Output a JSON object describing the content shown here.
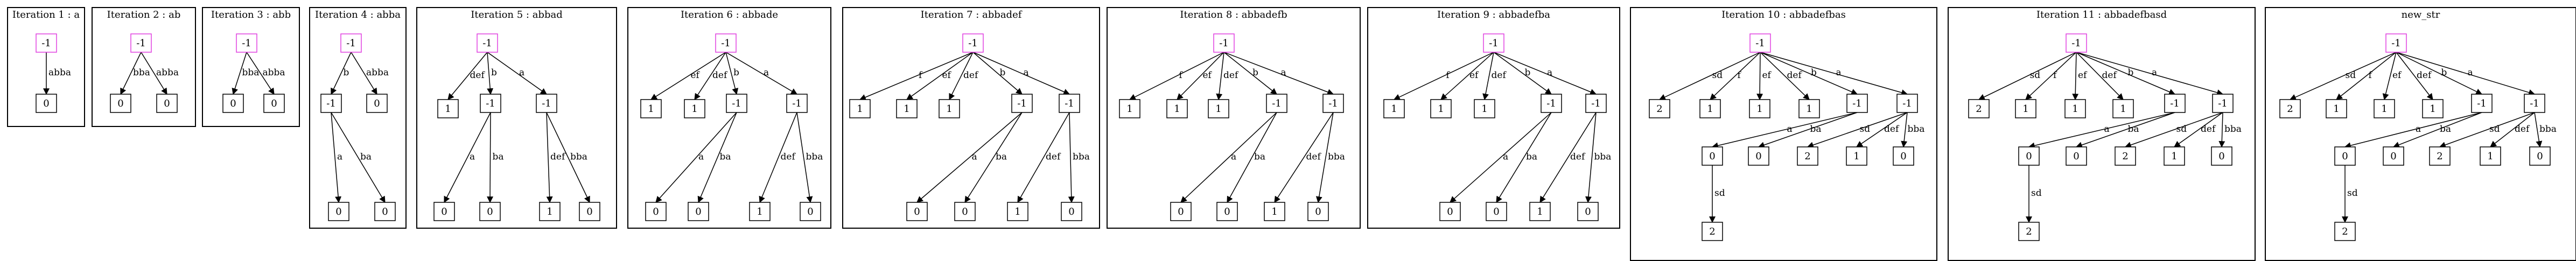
{
  "panels": [
    {
      "title": "Iteration 1 : a",
      "nodes": [
        {
          "id": "r",
          "label": "-1",
          "root": true
        },
        {
          "id": "n1",
          "label": "0"
        }
      ],
      "edges": [
        {
          "from": "r",
          "to": "n1",
          "label": "abba"
        }
      ]
    },
    {
      "title": "Iteration 2 : ab",
      "nodes": [
        {
          "id": "r",
          "label": "-1",
          "root": true
        },
        {
          "id": "n1",
          "label": "0"
        },
        {
          "id": "n2",
          "label": "0"
        }
      ],
      "edges": [
        {
          "from": "r",
          "to": "n1",
          "label": "bba"
        },
        {
          "from": "r",
          "to": "n2",
          "label": "abba"
        }
      ]
    },
    {
      "title": "Iteration 3 : abb",
      "nodes": [
        {
          "id": "r",
          "label": "-1",
          "root": true
        },
        {
          "id": "n1",
          "label": "0"
        },
        {
          "id": "n2",
          "label": "0"
        }
      ],
      "edges": [
        {
          "from": "r",
          "to": "n1",
          "label": "bba"
        },
        {
          "from": "r",
          "to": "n2",
          "label": "abba"
        }
      ]
    },
    {
      "title": "Iteration 4 : abba",
      "nodes": [
        {
          "id": "r",
          "label": "-1",
          "root": true
        },
        {
          "id": "b",
          "label": "-1"
        },
        {
          "id": "c",
          "label": "0"
        },
        {
          "id": "d",
          "label": "0"
        },
        {
          "id": "e",
          "label": "0"
        }
      ],
      "edges": [
        {
          "from": "r",
          "to": "b",
          "label": "b"
        },
        {
          "from": "r",
          "to": "c",
          "label": "abba"
        },
        {
          "from": "b",
          "to": "d",
          "label": "a"
        },
        {
          "from": "b",
          "to": "e",
          "label": "ba"
        }
      ]
    },
    {
      "title": "Iteration 5 : abbad",
      "nodes": [
        {
          "id": "r",
          "label": "-1",
          "root": true
        },
        {
          "id": "d1",
          "label": "1"
        },
        {
          "id": "b",
          "label": "-1"
        },
        {
          "id": "a",
          "label": "-1"
        },
        {
          "id": "b1",
          "label": "0"
        },
        {
          "id": "b2",
          "label": "0"
        },
        {
          "id": "a1",
          "label": "1"
        },
        {
          "id": "a2",
          "label": "0"
        }
      ],
      "edges": [
        {
          "from": "r",
          "to": "d1",
          "label": "def"
        },
        {
          "from": "r",
          "to": "b",
          "label": "b"
        },
        {
          "from": "r",
          "to": "a",
          "label": "a"
        },
        {
          "from": "b",
          "to": "b1",
          "label": "a"
        },
        {
          "from": "b",
          "to": "b2",
          "label": "ba"
        },
        {
          "from": "a",
          "to": "a1",
          "label": "def"
        },
        {
          "from": "a",
          "to": "a2",
          "label": "bba"
        }
      ]
    },
    {
      "title": "Iteration 6 : abbade",
      "nodes": [
        {
          "id": "r",
          "label": "-1",
          "root": true
        },
        {
          "id": "x1",
          "label": "1"
        },
        {
          "id": "x2",
          "label": "1"
        },
        {
          "id": "b",
          "label": "-1"
        },
        {
          "id": "a",
          "label": "-1"
        },
        {
          "id": "b1",
          "label": "0"
        },
        {
          "id": "b2",
          "label": "0"
        },
        {
          "id": "a1",
          "label": "1"
        },
        {
          "id": "a2",
          "label": "0"
        }
      ],
      "edges": [
        {
          "from": "r",
          "to": "x1",
          "label": "ef"
        },
        {
          "from": "r",
          "to": "x2",
          "label": "def"
        },
        {
          "from": "r",
          "to": "b",
          "label": "b"
        },
        {
          "from": "r",
          "to": "a",
          "label": "a"
        },
        {
          "from": "b",
          "to": "b1",
          "label": "a"
        },
        {
          "from": "b",
          "to": "b2",
          "label": "ba"
        },
        {
          "from": "a",
          "to": "a1",
          "label": "def"
        },
        {
          "from": "a",
          "to": "a2",
          "label": "bba"
        }
      ]
    },
    {
      "title": "Iteration 7 : abbadef",
      "nodes": [
        {
          "id": "r",
          "label": "-1",
          "root": true
        },
        {
          "id": "x0",
          "label": "1"
        },
        {
          "id": "x1",
          "label": "1"
        },
        {
          "id": "x2",
          "label": "1"
        },
        {
          "id": "b",
          "label": "-1"
        },
        {
          "id": "a",
          "label": "-1"
        },
        {
          "id": "b1",
          "label": "0"
        },
        {
          "id": "b2",
          "label": "0"
        },
        {
          "id": "a1",
          "label": "1"
        },
        {
          "id": "a2",
          "label": "0"
        }
      ],
      "edges": [
        {
          "from": "r",
          "to": "x0",
          "label": "f"
        },
        {
          "from": "r",
          "to": "x1",
          "label": "ef"
        },
        {
          "from": "r",
          "to": "x2",
          "label": "def"
        },
        {
          "from": "r",
          "to": "b",
          "label": "b"
        },
        {
          "from": "r",
          "to": "a",
          "label": "a"
        },
        {
          "from": "b",
          "to": "b1",
          "label": "a"
        },
        {
          "from": "b",
          "to": "b2",
          "label": "ba"
        },
        {
          "from": "a",
          "to": "a1",
          "label": "def"
        },
        {
          "from": "a",
          "to": "a2",
          "label": "bba"
        }
      ]
    },
    {
      "title": "Iteration 8 : abbadefb",
      "nodes": [
        {
          "id": "r",
          "label": "-1",
          "root": true
        },
        {
          "id": "x0",
          "label": "1"
        },
        {
          "id": "x1",
          "label": "1"
        },
        {
          "id": "x2",
          "label": "1"
        },
        {
          "id": "b",
          "label": "-1"
        },
        {
          "id": "a",
          "label": "-1"
        },
        {
          "id": "b1",
          "label": "0"
        },
        {
          "id": "b2",
          "label": "0"
        },
        {
          "id": "a1",
          "label": "1"
        },
        {
          "id": "a2",
          "label": "0"
        }
      ],
      "edges": [
        {
          "from": "r",
          "to": "x0",
          "label": "f"
        },
        {
          "from": "r",
          "to": "x1",
          "label": "ef"
        },
        {
          "from": "r",
          "to": "x2",
          "label": "def"
        },
        {
          "from": "r",
          "to": "b",
          "label": "b"
        },
        {
          "from": "r",
          "to": "a",
          "label": "a"
        },
        {
          "from": "b",
          "to": "b1",
          "label": "a"
        },
        {
          "from": "b",
          "to": "b2",
          "label": "ba"
        },
        {
          "from": "a",
          "to": "a1",
          "label": "def"
        },
        {
          "from": "a",
          "to": "a2",
          "label": "bba"
        }
      ]
    },
    {
      "title": "Iteration 9 : abbadefba",
      "nodes": [
        {
          "id": "r",
          "label": "-1",
          "root": true
        },
        {
          "id": "x0",
          "label": "1"
        },
        {
          "id": "x1",
          "label": "1"
        },
        {
          "id": "x2",
          "label": "1"
        },
        {
          "id": "b",
          "label": "-1"
        },
        {
          "id": "a",
          "label": "-1"
        },
        {
          "id": "b1",
          "label": "0"
        },
        {
          "id": "b2",
          "label": "0"
        },
        {
          "id": "a1",
          "label": "1"
        },
        {
          "id": "a2",
          "label": "0"
        }
      ],
      "edges": [
        {
          "from": "r",
          "to": "x0",
          "label": "f"
        },
        {
          "from": "r",
          "to": "x1",
          "label": "ef"
        },
        {
          "from": "r",
          "to": "x2",
          "label": "def"
        },
        {
          "from": "r",
          "to": "b",
          "label": "b"
        },
        {
          "from": "r",
          "to": "a",
          "label": "a"
        },
        {
          "from": "b",
          "to": "b1",
          "label": "a"
        },
        {
          "from": "b",
          "to": "b2",
          "label": "ba"
        },
        {
          "from": "a",
          "to": "a1",
          "label": "def"
        },
        {
          "from": "a",
          "to": "a2",
          "label": "bba"
        }
      ]
    },
    {
      "title": "Iteration 10 : abbadefbas",
      "nodes": [
        {
          "id": "r",
          "label": "-1",
          "root": true
        },
        {
          "id": "sd",
          "label": "2"
        },
        {
          "id": "x0",
          "label": "1"
        },
        {
          "id": "x1",
          "label": "1"
        },
        {
          "id": "x2",
          "label": "1"
        },
        {
          "id": "b",
          "label": "-1"
        },
        {
          "id": "a",
          "label": "-1"
        },
        {
          "id": "b1",
          "label": "0"
        },
        {
          "id": "b2",
          "label": "0"
        },
        {
          "id": "a1",
          "label": "2"
        },
        {
          "id": "a2",
          "label": "1"
        },
        {
          "id": "a3",
          "label": "0"
        },
        {
          "id": "c1",
          "label": "2"
        }
      ],
      "edges": [
        {
          "from": "r",
          "to": "sd",
          "label": "sd"
        },
        {
          "from": "r",
          "to": "x0",
          "label": "f"
        },
        {
          "from": "r",
          "to": "x1",
          "label": "ef"
        },
        {
          "from": "r",
          "to": "x2",
          "label": "def"
        },
        {
          "from": "r",
          "to": "b",
          "label": "b"
        },
        {
          "from": "r",
          "to": "a",
          "label": "a"
        },
        {
          "from": "b",
          "to": "b1",
          "label": "a"
        },
        {
          "from": "b",
          "to": "b2",
          "label": "ba"
        },
        {
          "from": "a",
          "to": "a1",
          "label": "sd"
        },
        {
          "from": "a",
          "to": "a2",
          "label": "def"
        },
        {
          "from": "a",
          "to": "a3",
          "label": "bba"
        },
        {
          "from": "b1",
          "to": "c1",
          "label": "sd"
        }
      ]
    },
    {
      "title": "Iteration 11 : abbadefbasd",
      "nodes": [
        {
          "id": "r",
          "label": "-1",
          "root": true
        },
        {
          "id": "sd",
          "label": "2"
        },
        {
          "id": "x0",
          "label": "1"
        },
        {
          "id": "x1",
          "label": "1"
        },
        {
          "id": "x2",
          "label": "1"
        },
        {
          "id": "b",
          "label": "-1"
        },
        {
          "id": "a",
          "label": "-1"
        },
        {
          "id": "b1",
          "label": "0"
        },
        {
          "id": "b2",
          "label": "0"
        },
        {
          "id": "a1",
          "label": "2"
        },
        {
          "id": "a2",
          "label": "1"
        },
        {
          "id": "a3",
          "label": "0"
        },
        {
          "id": "c1",
          "label": "2"
        }
      ],
      "edges": [
        {
          "from": "r",
          "to": "sd",
          "label": "sd"
        },
        {
          "from": "r",
          "to": "x0",
          "label": "f"
        },
        {
          "from": "r",
          "to": "x1",
          "label": "ef"
        },
        {
          "from": "r",
          "to": "x2",
          "label": "def"
        },
        {
          "from": "r",
          "to": "b",
          "label": "b"
        },
        {
          "from": "r",
          "to": "a",
          "label": "a"
        },
        {
          "from": "b",
          "to": "b1",
          "label": "a"
        },
        {
          "from": "b",
          "to": "b2",
          "label": "ba"
        },
        {
          "from": "a",
          "to": "a1",
          "label": "sd"
        },
        {
          "from": "a",
          "to": "a2",
          "label": "def"
        },
        {
          "from": "a",
          "to": "a3",
          "label": "bba"
        },
        {
          "from": "b1",
          "to": "c1",
          "label": "sd"
        }
      ]
    },
    {
      "title": "new_str",
      "nodes": [
        {
          "id": "r",
          "label": "-1",
          "root": true
        },
        {
          "id": "sd",
          "label": "2"
        },
        {
          "id": "x0",
          "label": "1"
        },
        {
          "id": "x1",
          "label": "1"
        },
        {
          "id": "x2",
          "label": "1"
        },
        {
          "id": "b",
          "label": "-1"
        },
        {
          "id": "a",
          "label": "-1"
        },
        {
          "id": "b1",
          "label": "0"
        },
        {
          "id": "b2",
          "label": "0"
        },
        {
          "id": "a1",
          "label": "2"
        },
        {
          "id": "a2",
          "label": "1"
        },
        {
          "id": "a3",
          "label": "0"
        },
        {
          "id": "c1",
          "label": "2"
        }
      ],
      "edges": [
        {
          "from": "r",
          "to": "sd",
          "label": "sd"
        },
        {
          "from": "r",
          "to": "x0",
          "label": "f"
        },
        {
          "from": "r",
          "to": "x1",
          "label": "ef"
        },
        {
          "from": "r",
          "to": "x2",
          "label": "def"
        },
        {
          "from": "r",
          "to": "b",
          "label": "b"
        },
        {
          "from": "r",
          "to": "a",
          "label": "a"
        },
        {
          "from": "b",
          "to": "b1",
          "label": "a"
        },
        {
          "from": "b",
          "to": "b2",
          "label": "ba"
        },
        {
          "from": "a",
          "to": "a1",
          "label": "sd"
        },
        {
          "from": "a",
          "to": "a2",
          "label": "def"
        },
        {
          "from": "a",
          "to": "a3",
          "label": "bba"
        },
        {
          "from": "b1",
          "to": "c1",
          "label": "sd"
        }
      ]
    }
  ],
  "colors": {
    "root_border": "#e040e0",
    "node_border": "#000000",
    "frame": "#000000",
    "edge": "#000000"
  }
}
